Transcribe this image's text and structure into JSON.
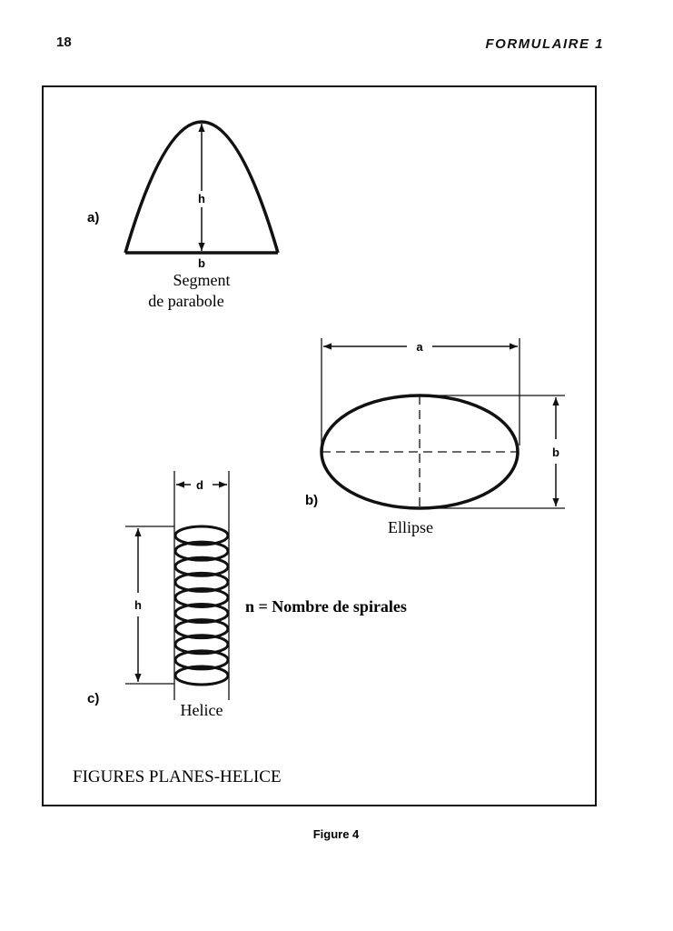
{
  "header": {
    "page_number": "18",
    "running_title": "FORMULAIRE  1"
  },
  "figure_a": {
    "label": "a)",
    "height_symbol": "h",
    "base_symbol": "b",
    "caption_line1": "Segment",
    "caption_line2": "de parabole"
  },
  "figure_b": {
    "label": "b)",
    "width_symbol": "a",
    "height_symbol": "b",
    "caption": "Ellipse"
  },
  "figure_c": {
    "label": "c)",
    "diameter_symbol": "d",
    "height_symbol": "h",
    "note": "n =  Nombre de spirales",
    "caption": "Helice",
    "coil_count": 10
  },
  "panel_title": "FIGURES PLANES-HELICE",
  "figure_caption": "Figure 4"
}
